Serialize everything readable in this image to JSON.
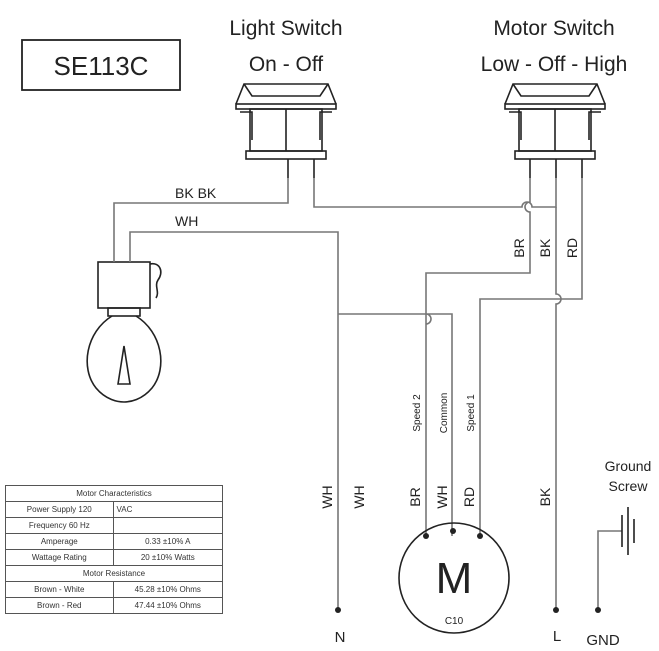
{
  "model": "SE113C",
  "light_switch": {
    "title": "Light Switch",
    "positions": "On - Off"
  },
  "motor_switch": {
    "title": "Motor Switch",
    "positions": "Low - Off - High"
  },
  "wire_labels": {
    "bk_bk": "BK BK",
    "wh_lamp": "WH",
    "br_top": "BR",
    "bk_top": "BK",
    "rd_top": "RD",
    "wh_left": "WH",
    "wh_right": "WH",
    "br_motor": "BR",
    "wh_motor": "WH",
    "rd_motor": "RD",
    "bk_line": "BK",
    "speed2": "Speed 2",
    "common": "Common",
    "speed1": "Speed 1"
  },
  "motor": {
    "symbol": "M",
    "label": "C10"
  },
  "ground": {
    "line1": "Ground",
    "line2": "Screw"
  },
  "terminals": {
    "n": "N",
    "l": "L",
    "gnd": "GND"
  },
  "motor_table": {
    "header": "Motor Characteristics",
    "rows": [
      {
        "label": "Power Supply 120",
        "value": "VAC"
      },
      {
        "label": "Frequency 60 Hz",
        "value": ""
      },
      {
        "label": "Amperage",
        "value": "0.33 ±10% A"
      },
      {
        "label": "Wattage Rating",
        "value": "20 ±10% Watts"
      }
    ],
    "resistance_header": "Motor Resistance",
    "resistance_rows": [
      {
        "label": "Brown - White",
        "value": "45.28 ±10% Ohms"
      },
      {
        "label": "Brown - Red",
        "value": "47.44 ±10% Ohms"
      }
    ]
  }
}
